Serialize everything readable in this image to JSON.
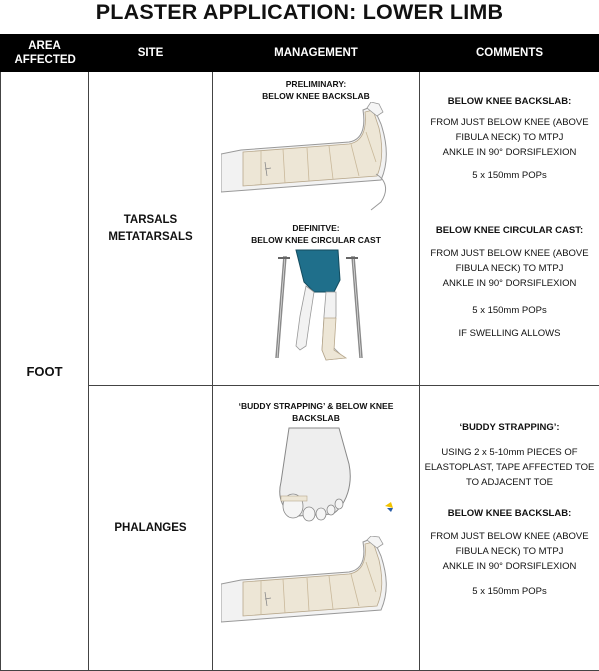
{
  "title": "PLASTER APPLICATION: LOWER LIMB",
  "header": {
    "area_affected": "AREA AFFECTED",
    "site": "SITE",
    "management": "MANAGEMENT",
    "comments": "COMMENTS"
  },
  "area": "FOOT",
  "rows": [
    {
      "site_line1": "TARSALS",
      "site_line2": "METATARSALS",
      "management": {
        "preliminary_line1": "PRELIMINARY:",
        "preliminary_line2": "BELOW KNEE BACKSLAB",
        "definitive_line1": "DEFINITVE:",
        "definitive_line2": "BELOW KNEE CIRCULAR CAST"
      },
      "comments": {
        "backslab_heading": "BELOW KNEE BACKSLAB:",
        "backslab_l1": "FROM JUST BELOW KNEE (ABOVE",
        "backslab_l2": "FIBULA NECK) TO MTPJ",
        "backslab_l3": "ANKLE IN 90° DORSIFLEXION",
        "backslab_pop": "5 x 150mm POPs",
        "cast_heading": "BELOW KNEE CIRCULAR CAST:",
        "cast_l1": "FROM JUST BELOW KNEE (ABOVE",
        "cast_l2": "FIBULA NECK) TO MTPJ",
        "cast_l3": "ANKLE IN 90° DORSIFLEXION",
        "cast_pop": "5 x 150mm POPs",
        "cast_note": "IF SWELLING ALLOWS"
      }
    },
    {
      "site_line1": "PHALANGES",
      "management": {
        "heading_line1": "‘BUDDY STRAPPING’ & BELOW KNEE",
        "heading_line2": "BACKSLAB"
      },
      "comments": {
        "buddy_heading": "‘BUDDY STRAPPING’:",
        "buddy_l1": "USING 2 x 5-10mm PIECES OF",
        "buddy_l2": "ELASTOPLAST, TAPE AFFECTED TOE",
        "buddy_l3": "TO ADJACENT TOE",
        "backslab_heading": "BELOW KNEE BACKSLAB:",
        "backslab_l1": "FROM JUST BELOW KNEE (ABOVE",
        "backslab_l2": "FIBULA NECK) TO MTPJ",
        "backslab_l3": "ANKLE IN 90° DORSIFLEXION",
        "backslab_pop": "5 x 150mm POPs"
      }
    }
  ],
  "illustrations": [
    "backslab-leg-illustration",
    "crutches-cast-illustration",
    "buddy-strapped-foot-illustration"
  ],
  "colors": {
    "header_bg": "#000000",
    "shorts": "#1f6f8b",
    "cast": "#ede6d6",
    "skin": "#f2f2f2"
  }
}
